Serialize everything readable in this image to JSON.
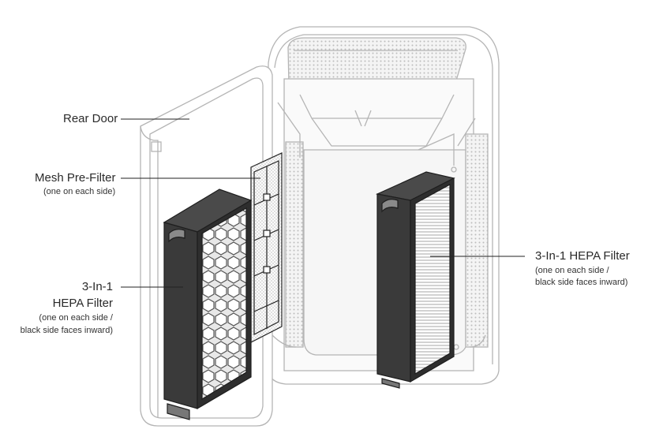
{
  "labels": {
    "rear_door": "Rear Door",
    "mesh_prefilter": "Mesh Pre-Filter",
    "mesh_prefilter_note": "(one on each side)",
    "hepa_left_line1": "3-In-1",
    "hepa_left_line2": "HEPA Filter",
    "hepa_left_note_line1": "(one on each side /",
    "hepa_left_note_line2": "black side faces inward)",
    "hepa_right": "3-In-1 HEPA Filter",
    "hepa_right_note_line1": "(one on each side /",
    "hepa_right_note_line2": "black side faces inward)"
  },
  "colors": {
    "outline": "#b8b8b8",
    "filter_dark": "#3a3a3a",
    "filter_edge": "#1e1e1e",
    "leader": "#222222"
  }
}
